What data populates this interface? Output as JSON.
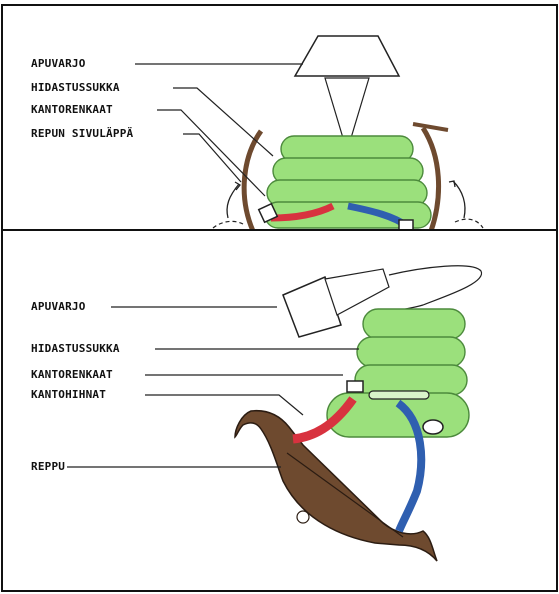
{
  "top_panel": {
    "labels": {
      "apuvarjo": "APUVARJO",
      "hidastussukka": "HIDASTUSSUKKA",
      "kantorenkaat": "KANTORENKAAT",
      "repun_sivulappa": "REPUN SIVULÄPPÄ"
    }
  },
  "bottom_panel": {
    "labels": {
      "apuvarjo": "APUVARJO",
      "hidastussukka": "HIDASTUSSUKKA",
      "kantorenkaat": "KANTORENKAAT",
      "kantohihnat": "KANTOHIHNAT",
      "reppu": "REPPU"
    }
  },
  "colors": {
    "sleeve_green": "#9be07c",
    "strap_red": "#d8323f",
    "strap_blue": "#2f5fb0",
    "pack_brown": "#6e4a2f"
  }
}
